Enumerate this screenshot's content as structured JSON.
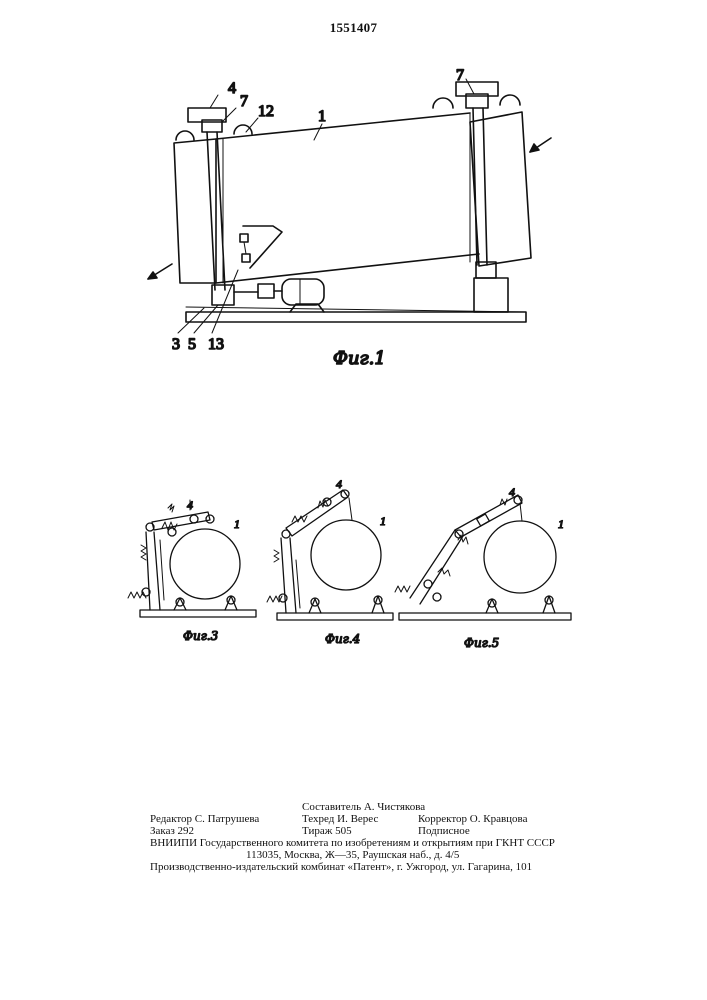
{
  "patent_number": "1551407",
  "fig1": {
    "caption": "Фиг.1",
    "labels": {
      "l4": "4",
      "l7a": "7",
      "l12": "12",
      "l1": "1",
      "l7b": "7",
      "l3": "3",
      "l5": "5",
      "l13": "13"
    }
  },
  "fig3": {
    "caption": "Фиг.3",
    "label_4": "4",
    "label_1": "1"
  },
  "fig4": {
    "caption": "Фиг.4",
    "label_4": "4",
    "label_1": "1"
  },
  "fig5": {
    "caption": "Фиг.5",
    "label_4": "4",
    "label_1": "1"
  },
  "imprint": {
    "compiler": "Составитель А. Чистякова",
    "editor": "Редактор С. Патрушева",
    "techred": "Техред И. Верес",
    "corrector": "Корректор О. Кравцова",
    "order": "Заказ 292",
    "circulation": "Тираж 505",
    "subscription": "Подписное",
    "org": "ВНИИПИ Государственного комитета по изобретениям и открытиям при ГКНТ СССР",
    "address": "113035, Москва, Ж—35, Раушская наб., д. 4/5",
    "printer": "Производственно-издательский комбинат «Патент», г. Ужгород, ул. Гагарина, 101"
  }
}
